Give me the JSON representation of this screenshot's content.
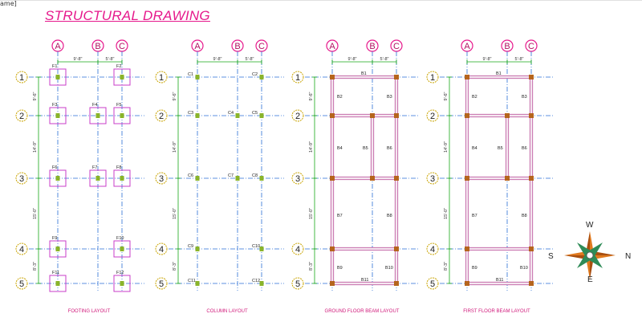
{
  "window": {
    "tab_text": "ame]"
  },
  "title": "STRUCTURAL DRAWING",
  "grid_columns": [
    "A",
    "B",
    "C"
  ],
  "grid_rows": [
    "1",
    "2",
    "3",
    "4",
    "5"
  ],
  "horizontal_dims": [
    "9'-8\"",
    "5'-8\""
  ],
  "vertical_dims": [
    "9'-6\"",
    "14'-9\"",
    "15'-0\"",
    "8'-3\""
  ],
  "panels": [
    {
      "name": "footing-layout",
      "caption": "FOOTING  LAYOUT",
      "labels": [
        "F1",
        "F2",
        "F3",
        "F4",
        "F5",
        "F6",
        "F7",
        "F8",
        "F9",
        "F10",
        "F11",
        "F12"
      ]
    },
    {
      "name": "column-layout",
      "caption": "COLUMN LAYOUT",
      "labels": [
        "C1",
        "C2",
        "C3",
        "C4",
        "C5",
        "C6",
        "C7",
        "C8",
        "C9",
        "C10",
        "C11",
        "C12"
      ]
    },
    {
      "name": "ground-floor-beam-layout",
      "caption": "GROUND FLOOR BEAM LAYOUT",
      "labels": [
        "B1",
        "B2",
        "B3",
        "B4",
        "B5",
        "B6",
        "B7",
        "B8",
        "B9",
        "B10",
        "B11"
      ]
    },
    {
      "name": "first-floor-beam-layout",
      "caption": "FIRST FLOOR BEAM LAYOUT",
      "labels": [
        "B1",
        "B2",
        "B3",
        "B4",
        "B5",
        "B6",
        "B7",
        "B8",
        "B9",
        "B10",
        "B11"
      ]
    }
  ],
  "compass": {
    "north": "N",
    "south": "S",
    "east": "E",
    "west": "W"
  },
  "colors": {
    "title": "#e6198c",
    "grid_line": "#2a6fd6",
    "bubble": "#e6198c",
    "dimension": "#18a818",
    "footing": "#c83cc8",
    "column": "#8ab42a",
    "beam": "#b03a8c",
    "column_brown": "#b5651d",
    "compass_orange": "#e07a1f",
    "compass_green": "#2e8b57"
  }
}
